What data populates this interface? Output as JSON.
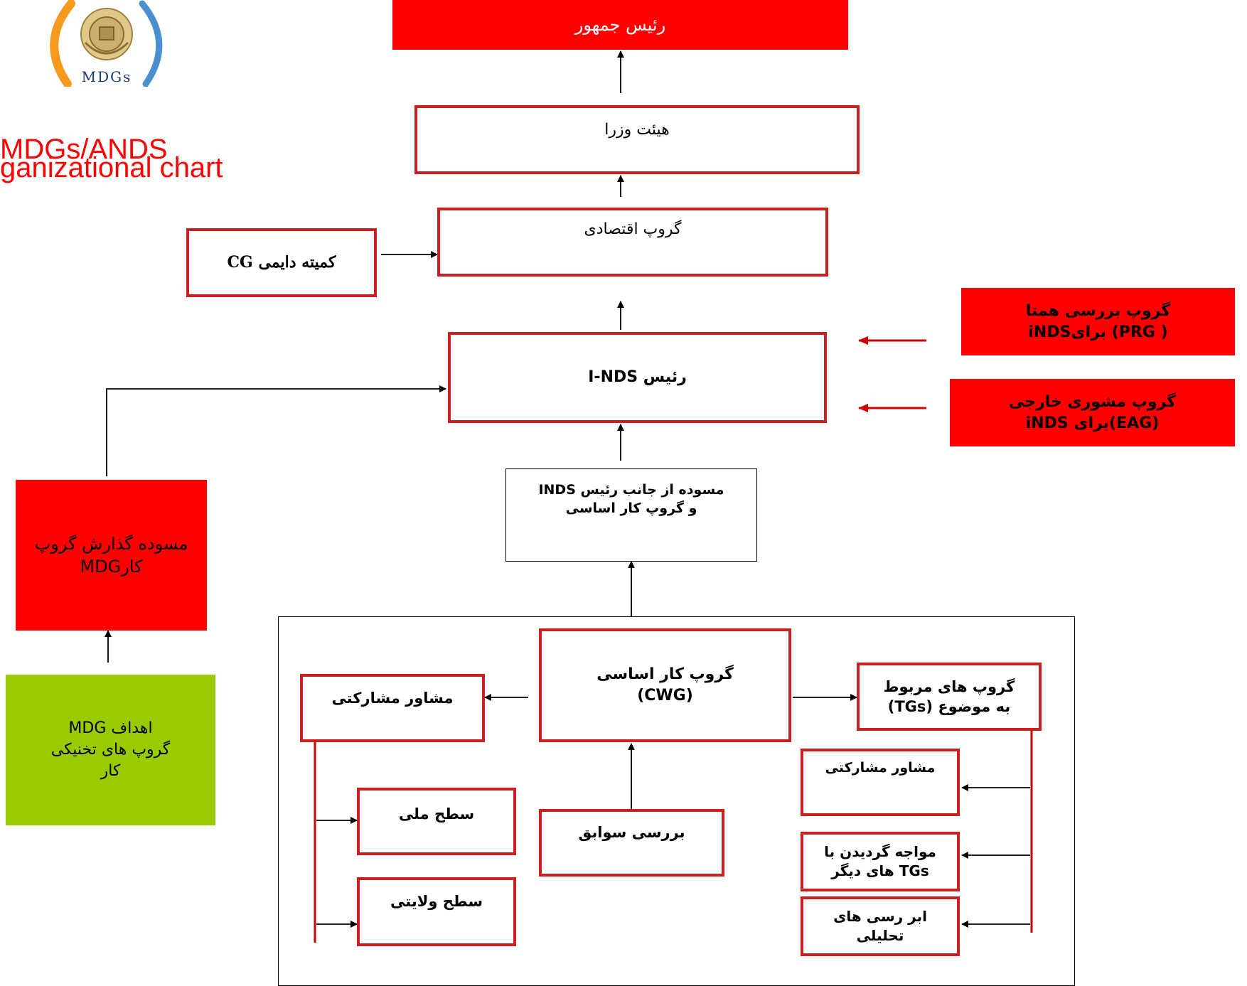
{
  "logo": {
    "text": "MDGs"
  },
  "title": {
    "line1": "MDGs/ANDS",
    "line2": "ganizational chart"
  },
  "nodes": {
    "president": "رئیس جمهور",
    "cabinet": "هیئت وزرا",
    "economic_group": "گروپ اقتصادی",
    "standing_committee": "کمیته دایمی CG",
    "prg": "گروپ بررسی همتا\n( PRG) برایiNDS",
    "eag": "گروپ مشوری خارجی\n(EAG)برای  iNDS",
    "inds_head": "رئیس I-NDS",
    "draft_inds": "مسوده از جانب رئیس INDS\nو گروپ کار اساسی",
    "mdg_report": "مسوده گذارش گروپ\nکارMDG",
    "mdg_goals": "اهداف MDG\nگروپ های تخنیکی\nکار",
    "cwg": "گروپ کار اساسی\n(CWG)",
    "participatory_advisor": "مشاور مشارکتی",
    "tgs": "گروپ های مربوط\nبه موضوع (TGs)",
    "participatory_advisor_2": "مشاور مشارکتی",
    "national_level": "سطح ملی",
    "provincial_level": "سطح ولایتی",
    "review_background": "بررسی سوابق",
    "meet_tgs": "مواجه گردیدن با\nTGs های دیگر",
    "analysis": "ابر رسی های\nتحلیلی"
  },
  "colors": {
    "red_fill": "#ff0000",
    "red_border": "#cc2020",
    "green_fill": "#99cc00",
    "title_red": "#ff0000"
  }
}
